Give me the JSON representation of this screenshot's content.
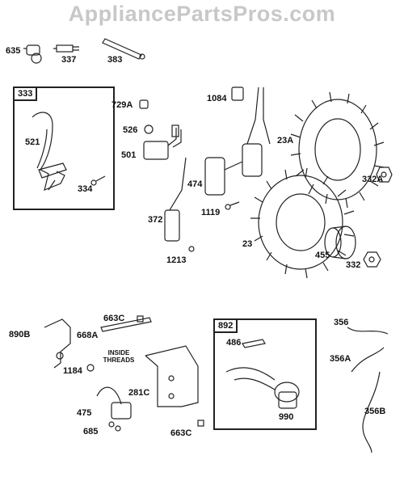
{
  "watermark": "AppliancePartsPros.com",
  "boxes": {
    "box_333": "333",
    "box_892": "892"
  },
  "labels": {
    "p635": "635",
    "p337": "337",
    "p383": "383",
    "p729A": "729A",
    "p1084": "1084",
    "p526": "526",
    "p501": "501",
    "p521": "521",
    "p334": "334",
    "p474": "474",
    "p23A": "23A",
    "p332A": "332A",
    "p372": "372",
    "p1119": "1119",
    "p23": "23",
    "p1213": "1213",
    "p455": "455",
    "p332": "332",
    "p663C_top": "663C",
    "p890B": "890B",
    "p668A": "668A",
    "p1184": "1184",
    "p281C": "281C",
    "p475": "475",
    "p685": "685",
    "p663C_bottom": "663C",
    "p486": "486",
    "p990": "990",
    "p356": "356",
    "p356A": "356A",
    "p356B": "356B"
  },
  "notes": {
    "inside_threads": "INSIDE THREADS"
  }
}
